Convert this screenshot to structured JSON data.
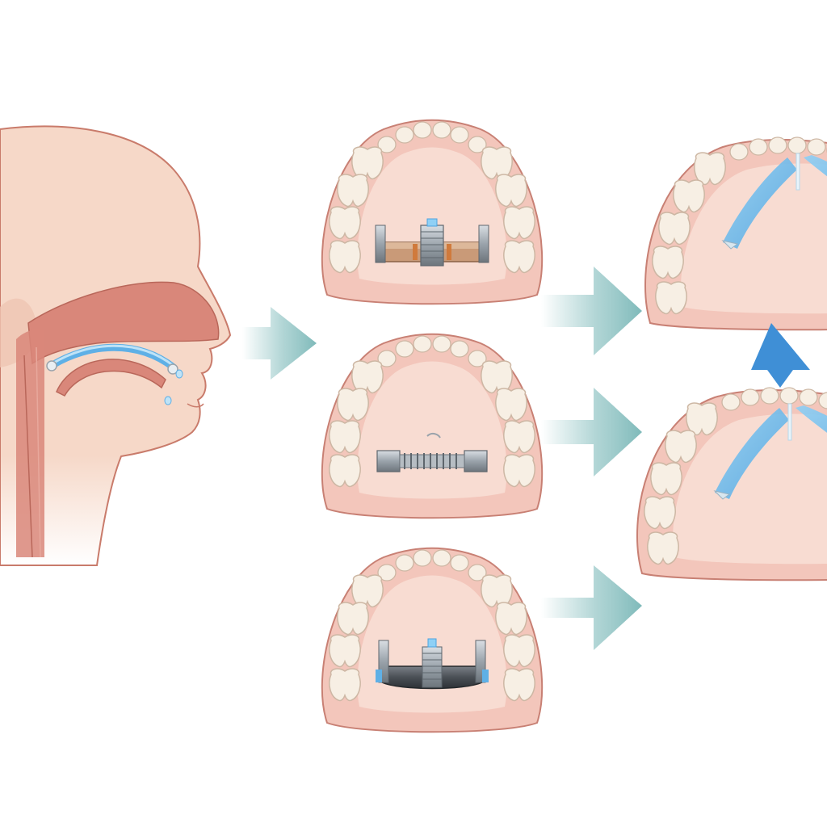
{
  "colors": {
    "background": "#ffffff",
    "skin": "#f6d8c8",
    "skin_outline": "#c97b6b",
    "muscle": "#d9877a",
    "gum": "#f3c6bb",
    "gum_outline": "#c88074",
    "palate": "#f8dcd2",
    "tooth": "#f7efe4",
    "tooth_outline": "#cdb7a4",
    "appliance_metal": "#9aa3ab",
    "appliance_copper": "#c99a78",
    "appliance_dark": "#4a4f55",
    "expander_blue": "#5fb0e6",
    "arrow_teal": "#8fc3c3",
    "arrow_blue": "#3f8fd6"
  },
  "panels": [
    {
      "id": "head-profile",
      "kind": "head",
      "appliance": "nasal-airway-tube"
    },
    {
      "id": "arch-top",
      "kind": "arch",
      "appliance": "screw-expander-copper"
    },
    {
      "id": "arch-middle",
      "kind": "arch",
      "appliance": "spring-expander"
    },
    {
      "id": "arch-bottom",
      "kind": "arch",
      "appliance": "screw-expander-dark"
    },
    {
      "id": "arch-result-top",
      "kind": "arch-partial",
      "appliance": "blue-plate"
    },
    {
      "id": "arch-result-bottom",
      "kind": "arch-partial",
      "appliance": "blue-plate"
    }
  ],
  "arrows": [
    {
      "id": "arrow-head-to-arches",
      "icon": "right-arrow-icon",
      "color": "arrow_teal"
    },
    {
      "id": "arrow-top-to-result",
      "icon": "right-arrow-icon",
      "color": "arrow_teal"
    },
    {
      "id": "arrow-middle-to-result",
      "icon": "right-arrow-icon",
      "color": "arrow_teal"
    },
    {
      "id": "arrow-bottom-to-result",
      "icon": "right-arrow-icon",
      "color": "arrow_teal"
    },
    {
      "id": "arrow-result-down",
      "icon": "down-arrow-icon",
      "color": "arrow_blue"
    }
  ]
}
